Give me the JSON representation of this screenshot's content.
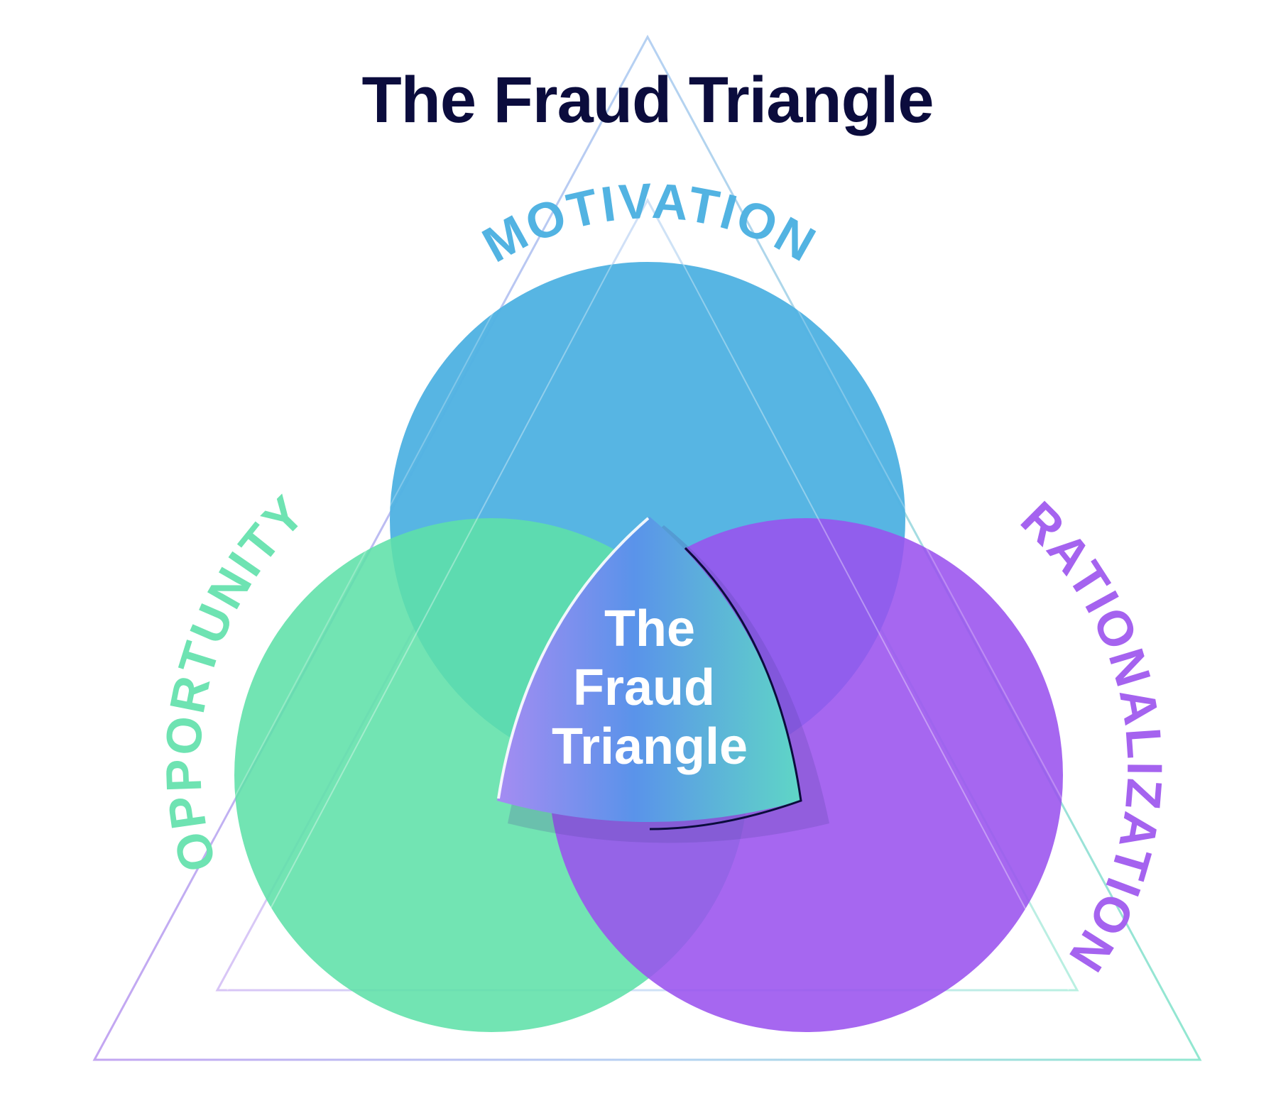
{
  "title": "The Fraud Triangle",
  "colors": {
    "title": "#0b0c3d",
    "motivation": "#52b3e2",
    "opportunity": "#6ee3b2",
    "rationalization": "#a563ef",
    "outline_purple": "#b996ef",
    "outline_teal": "#7fe3c8",
    "center_text": "#ffffff"
  },
  "circles": {
    "motivation": {
      "label": "MOTIVATION"
    },
    "opportunity": {
      "label": "OPPORTUNITY"
    },
    "rationalization": {
      "label": "RATIONALIZATION"
    }
  },
  "center": {
    "line1": "The",
    "line2": "Fraud",
    "line3": "Triangle"
  }
}
